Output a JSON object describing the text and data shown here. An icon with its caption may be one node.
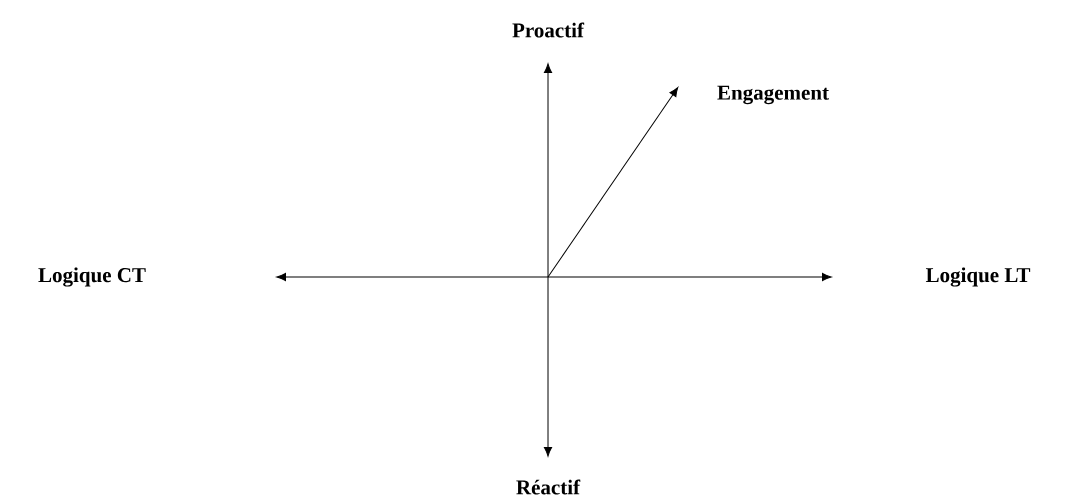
{
  "diagram": {
    "nodes": [
      {
        "text": [
          "Proactif"
        ]
      },
      {
        "text": [
          "Engagement"
        ]
      },
      {
        "text": [
          "Logique CT"
        ]
      },
      {
        "text": [
          "Logique LT"
        ]
      },
      {
        "text": [
          "Réactif"
        ]
      }
    ],
    "edges": [
      {
        "from": null,
        "to": 1,
        "arrow": "to"
      }
    ]
  }
}
